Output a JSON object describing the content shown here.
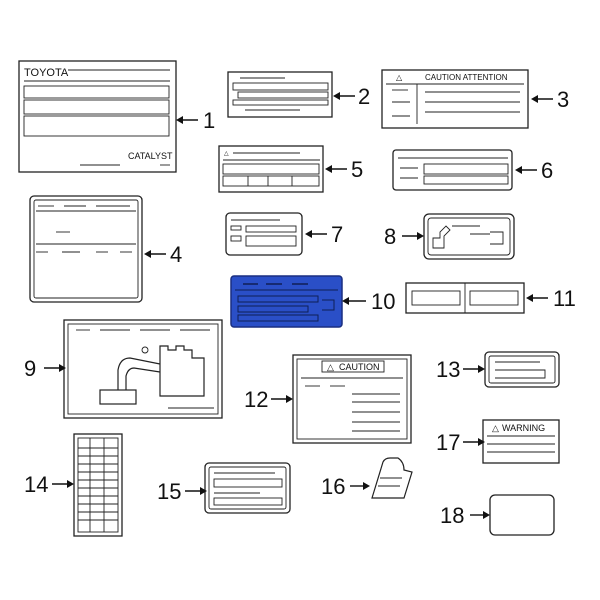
{
  "colors": {
    "highlight_fill": "#2a4fc7",
    "highlight_stroke": "#1a2f80",
    "line": "#222222"
  },
  "labels": {
    "toyota": "TOYOTA",
    "catalyst": "CATALYST",
    "caution_attention": "CAUTION   ATTENTION",
    "caution_12": "CAUTION",
    "warning_17": "WARNING"
  },
  "callouts": [
    "1",
    "2",
    "3",
    "4",
    "5",
    "6",
    "7",
    "8",
    "9",
    "10",
    "11",
    "12",
    "13",
    "14",
    "15",
    "16",
    "17",
    "18"
  ],
  "highlighted_part": "10"
}
